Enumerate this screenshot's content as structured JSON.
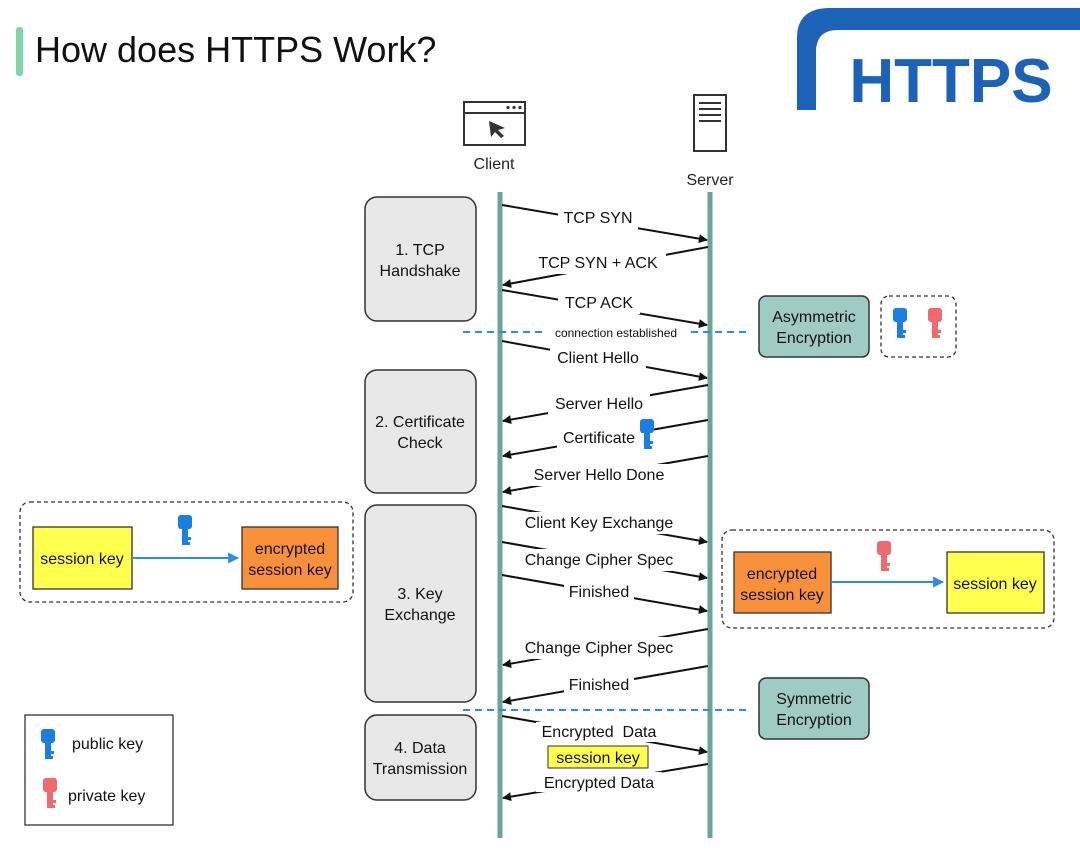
{
  "title": "How does HTTPS Work?",
  "logo_text": "HTTPS",
  "participants": {
    "client": "Client",
    "server": "Server"
  },
  "phases": [
    {
      "line1": "1. TCP",
      "line2": "Handshake"
    },
    {
      "line1": "2. Certificate",
      "line2": "Check"
    },
    {
      "line1": "3. Key",
      "line2": "Exchange"
    },
    {
      "line1": "4. Data",
      "line2": "Transmission"
    }
  ],
  "messages": [
    {
      "label": "TCP SYN",
      "direction": "client-to-server"
    },
    {
      "label": "TCP SYN + ACK",
      "direction": "server-to-client"
    },
    {
      "label": "TCP ACK",
      "direction": "client-to-server"
    },
    {
      "label": "Client Hello",
      "direction": "client-to-server"
    },
    {
      "label": "Server Hello",
      "direction": "server-to-client"
    },
    {
      "label": "Certificate",
      "direction": "server-to-client"
    },
    {
      "label": "Server Hello Done",
      "direction": "server-to-client"
    },
    {
      "label": "Client Key Exchange",
      "direction": "client-to-server"
    },
    {
      "label": "Change Cipher Spec",
      "direction": "client-to-server"
    },
    {
      "label": "Finished",
      "direction": "client-to-server"
    },
    {
      "label": "Change Cipher Spec",
      "direction": "server-to-client"
    },
    {
      "label": "Finished",
      "direction": "server-to-client"
    },
    {
      "label": "Encrypted  Data",
      "direction": "client-to-server"
    },
    {
      "label": "Encrypted Data",
      "direction": "server-to-client"
    }
  ],
  "connection_established": "connection established",
  "data_session_key": "session key",
  "asymmetric": {
    "line1": "Asymmetric",
    "line2": "Encryption"
  },
  "symmetric": {
    "line1": "Symmetric",
    "line2": "Encryption"
  },
  "client_side": {
    "session_key": "session key",
    "encrypted_line1": "encrypted",
    "encrypted_line2": "session key"
  },
  "server_side": {
    "session_key": "session key",
    "encrypted_line1": "encrypted",
    "encrypted_line2": "session key"
  },
  "legend": {
    "public_key": "public key",
    "private_key": "private key"
  },
  "colors": {
    "lifeline": "#6aa597",
    "teal_box": "#9ecbc4",
    "phase_box": "#e8e8e8",
    "session_key_box": "#ffff4d",
    "encrypted_box": "#f9913a",
    "public_key": "#1a7fe0",
    "private_key": "#ef6a6a",
    "dashed_line": "#2b8ee0",
    "logo_blue": "#1c63b8",
    "title_bar": "#7fd6a6"
  },
  "icons": [
    "browser-window-icon",
    "server-icon",
    "public-key-icon",
    "private-key-icon"
  ]
}
